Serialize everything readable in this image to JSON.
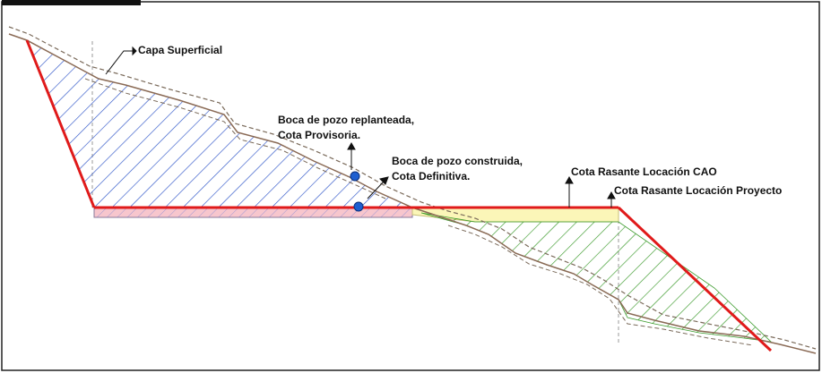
{
  "labels": {
    "capa_superficial": "Capa Superficial",
    "boca_replanteada_l1": "Boca de pozo replanteada,",
    "boca_replanteada_l2": "Cota Provisoria.",
    "boca_construida_l1": "Boca de pozo construida,",
    "boca_construida_l2": "Cota Definitiva.",
    "cota_cao": "Cota Rasante Locación CAO",
    "cota_proyecto": "Cota Rasante Locación Proyecto"
  },
  "colors": {
    "cut_hatch": "#2f55c8",
    "fill_hatch": "#3a9a2a",
    "rasante_line": "#e01a1a",
    "terrain_line": "#8a6a55",
    "cao_fill": "#fbf6b8",
    "proyecto_fill": "#f7c6cd",
    "well_marker": "#1e5fd0"
  },
  "icons": {
    "well_marker": "circle"
  }
}
